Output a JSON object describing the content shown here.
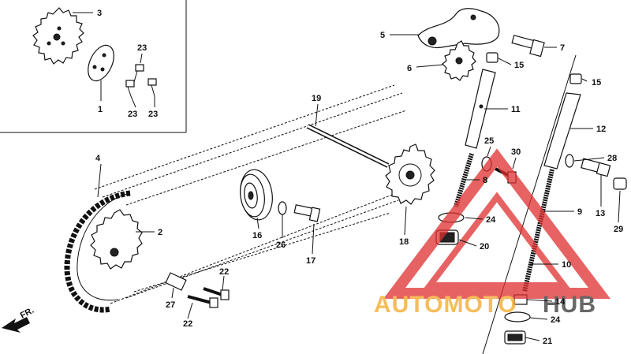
{
  "callouts": {
    "c1": "1",
    "c2": "2",
    "c3": "3",
    "c4": "4",
    "c5": "5",
    "c6": "6",
    "c7": "7",
    "c8": "8",
    "c9": "9",
    "c10": "10",
    "c11": "11",
    "c12": "12",
    "c13": "13",
    "c14": "14",
    "c15a": "15",
    "c15b": "15",
    "c16": "16",
    "c17": "17",
    "c18": "18",
    "c19": "19",
    "c20": "20",
    "c21": "21",
    "c22a": "22",
    "c22b": "22",
    "c23a": "23",
    "c23b": "23",
    "c23c": "23",
    "c24a": "24",
    "c24b": "24",
    "c25": "25",
    "c26": "26",
    "c27": "27",
    "c28": "28",
    "c29": "29",
    "c30": "30"
  },
  "direction_label": "FR.",
  "watermark": {
    "text_left": "AUTOMOTO",
    "text_right": "HUB",
    "color_left": "#f5a623",
    "color_right": "#333333",
    "triangle_color": "#e03030"
  }
}
